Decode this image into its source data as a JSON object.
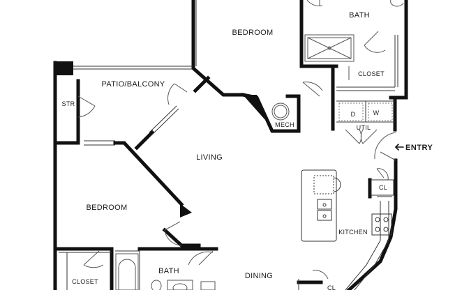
{
  "rooms": {
    "bedroom_top": "BEDROOM",
    "bath_top": "BATH",
    "closet_top": "CLOSET",
    "patio": "PATIO/BALCONY",
    "storage": "STR",
    "mech": "MECH",
    "washer_dryer_d": "D",
    "washer_dryer_w": "W",
    "utility": "UTIL",
    "entry": "ENTRY",
    "living": "LIVING",
    "bedroom_left": "BEDROOM",
    "coat_closet": "CL",
    "kitchen": "KITCHEN",
    "closet_bottom": "CLOSET",
    "bath_bottom": "BATH",
    "dining": "DINING",
    "pantry_partial": "CL"
  },
  "icons": {
    "entry_arrow": "arrow-left-icon"
  },
  "colors": {
    "wall": "#111111",
    "thin_line": "#333333",
    "fixture": "#777777",
    "background": "#ffffff"
  }
}
